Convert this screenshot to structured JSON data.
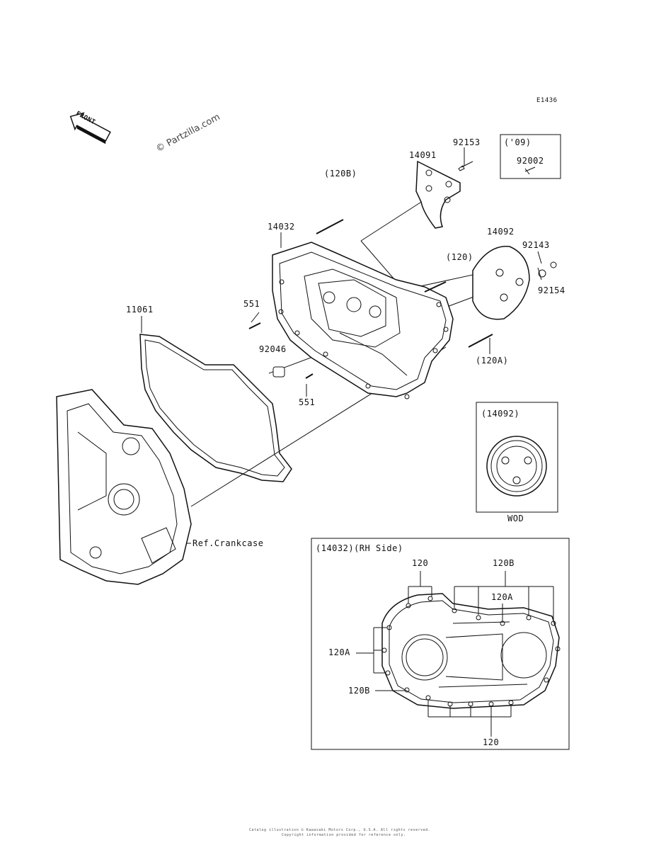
{
  "diagram_code": "E1436",
  "watermark": "© Partzilla.com",
  "front_arrow_label": "FRONT",
  "labels": {
    "p92153": "92153",
    "p14091": "14091",
    "p120B_top": "(120B)",
    "p14032": "14032",
    "p14092": "14092",
    "p120_paren": "(120)",
    "p92143": "92143",
    "p92154": "92154",
    "p11061": "11061",
    "p551_top": "551",
    "p92046": "92046",
    "p551_bottom": "551",
    "p120A_paren": "(120A)",
    "ref_crankcase": "Ref.Crankcase"
  },
  "inset_09": {
    "year": "('09)",
    "part": "92002"
  },
  "inset_wod": {
    "title": "(14092)",
    "caption": "WOD"
  },
  "inset_rh": {
    "title": "(14032)(RH Side)",
    "l120_top": "120",
    "l120B_top": "120B",
    "l120A_top": "120A",
    "l120A_left": "120A",
    "l120B_left": "120B",
    "l120_bottom": "120"
  },
  "footer_line1": "Catalog illustration © Kawasaki Motors Corp., U.S.A. All rights reserved.",
  "footer_line2": "Copyright information provided for reference only."
}
